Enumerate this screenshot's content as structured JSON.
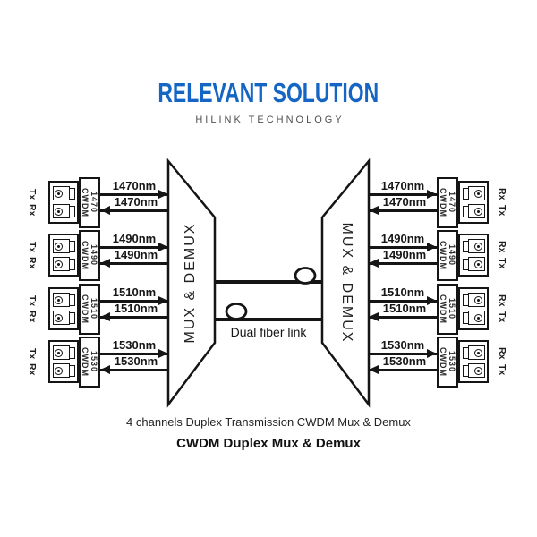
{
  "header": {
    "brand": "RELEVANT SOLUTION",
    "subtitle": "HILINK TECHNOLOGY",
    "brand_color": "#1565c4",
    "subtitle_color": "#4f4f4f"
  },
  "diagram": {
    "mux_left_label": "MUX & DEMUX",
    "mux_right_label": "MUX & DEMUX",
    "fiber_link_label": "Dual fiber link",
    "line_color": "#151515",
    "ports": {
      "left_top": "Tx",
      "left_bottom": "Rx",
      "right_top": "Rx",
      "right_bottom": "Tx"
    },
    "channels": [
      {
        "wavelength_nm": "1470",
        "tx_line_label": "1470nm",
        "rx_line_label": "1470nm",
        "module_name": "CWDM",
        "module_wavelength": "1470"
      },
      {
        "wavelength_nm": "1490",
        "tx_line_label": "1490nm",
        "rx_line_label": "1490nm",
        "module_name": "CWDM",
        "module_wavelength": "1490"
      },
      {
        "wavelength_nm": "1510",
        "tx_line_label": "1510nm",
        "rx_line_label": "1510nm",
        "module_name": "CWDM",
        "module_wavelength": "1510"
      },
      {
        "wavelength_nm": "1530",
        "tx_line_label": "1530nm",
        "rx_line_label": "1530nm",
        "module_name": "CWDM",
        "module_wavelength": "1530"
      }
    ]
  },
  "captions": {
    "line1": "4 channels Duplex Transmission CWDM Mux & Demux",
    "line2": "CWDM Duplex Mux & Demux"
  }
}
